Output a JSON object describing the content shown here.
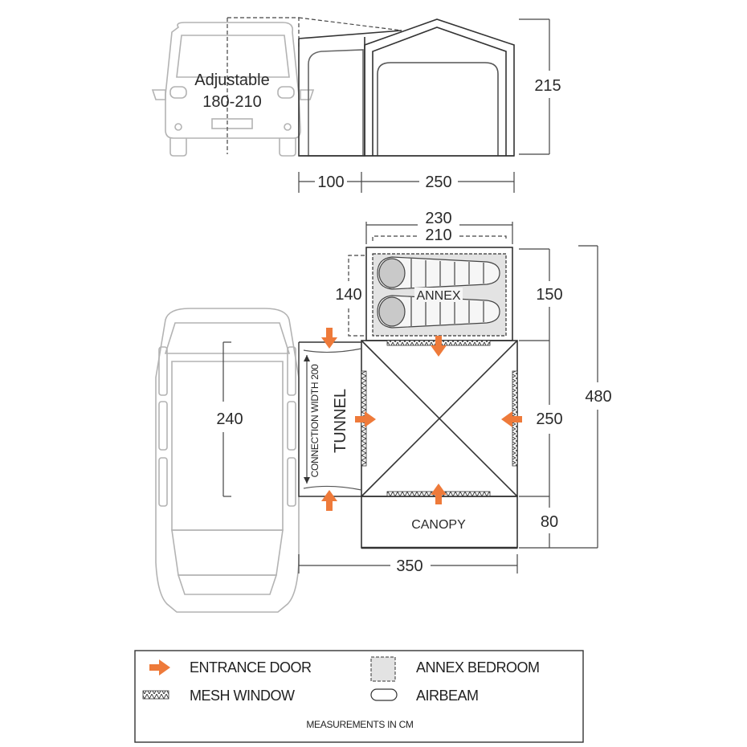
{
  "side_view": {
    "van_label_line1": "Adjustable",
    "van_label_line2": "180-210",
    "height": "215",
    "tunnel_length": "100",
    "main_length": "250"
  },
  "floor_plan": {
    "annex_width_outer": "230",
    "annex_width_inner": "210",
    "annex_depth_inner": "140",
    "annex_depth": "150",
    "annex_label": "ANNEX",
    "van_length": "240",
    "connection_label": "CONNECTION WIDTH 200",
    "tunnel_label": "TUNNEL",
    "main_depth": "250",
    "total_depth": "480",
    "canopy_depth": "80",
    "canopy_label": "CANOPY",
    "total_width": "350"
  },
  "legend": {
    "entrance_door": "ENTRANCE DOOR",
    "annex_bedroom": "ANNEX BEDROOM",
    "mesh_window": "MESH WINDOW",
    "airbeam": "AIRBEAM",
    "footnote": "MEASUREMENTS IN CM"
  },
  "colors": {
    "arrow": "#ee7a3a",
    "line": "#333333",
    "van": "#b3b3b3",
    "bedroom_fill": "#e3e3e3"
  }
}
